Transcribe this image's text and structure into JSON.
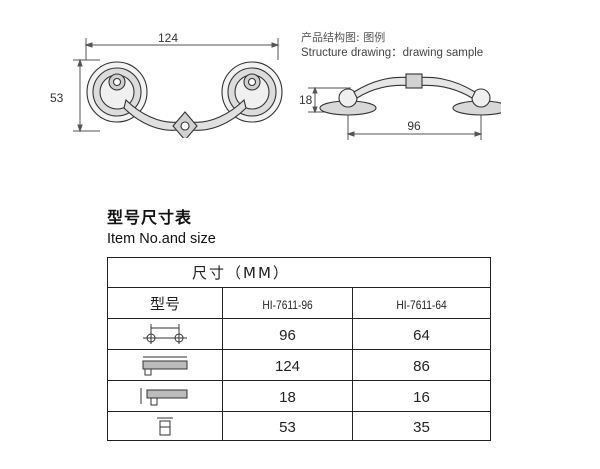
{
  "drawing": {
    "caption_cn": "产品结构图: 图例",
    "caption_en": "Structure drawing：drawing sample",
    "dim_length": "124",
    "dim_height": "53",
    "dim_side_height": "18",
    "dim_hole_spacing": "96"
  },
  "section": {
    "title_cn": "型号尺寸表",
    "title_en": "Item No.and size"
  },
  "table": {
    "unit_header": "尺寸（MM）",
    "model_label": "型号",
    "models": [
      "HI-7611-96",
      "HI-7611-64"
    ],
    "rows": [
      {
        "icon": "hole-spacing-icon",
        "values": [
          "96",
          "64"
        ]
      },
      {
        "icon": "overall-length-icon",
        "values": [
          "124",
          "86"
        ]
      },
      {
        "icon": "height-icon",
        "values": [
          "18",
          "16"
        ]
      },
      {
        "icon": "width-icon",
        "values": [
          "53",
          "35"
        ]
      }
    ]
  }
}
